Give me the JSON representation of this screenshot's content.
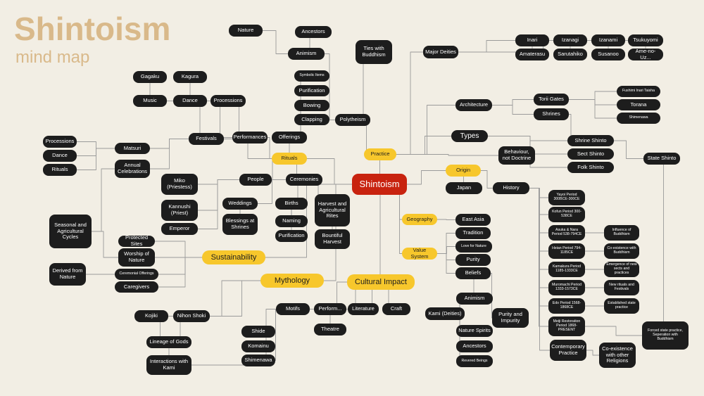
{
  "title": "Shintoism",
  "subtitle": "mind map",
  "colors": {
    "background": "#f2eee4",
    "title": "#d9b98a",
    "node": "#1d1d1d",
    "accent": "#f7c72c",
    "root": "#c8230f",
    "line": "#9a9a9a"
  },
  "nodes": [
    {
      "id": "shintoism",
      "label": "Shintoism"
    },
    {
      "id": "practice",
      "label": "Practice"
    },
    {
      "id": "origin",
      "label": "Origin"
    },
    {
      "id": "rituals",
      "label": "Rituals"
    },
    {
      "id": "sustainability",
      "label": "Sustainability"
    },
    {
      "id": "mythology",
      "label": "Mythology"
    },
    {
      "id": "cultural_impact",
      "label": "Cultural Impact"
    },
    {
      "id": "geography",
      "label": "Geography"
    },
    {
      "id": "value_system",
      "label": "Value System"
    },
    {
      "id": "types",
      "label": "Types"
    },
    {
      "id": "nature",
      "label": "Nature"
    },
    {
      "id": "ancestors_top",
      "label": "Ancestors"
    },
    {
      "id": "animism_top",
      "label": "Animism"
    },
    {
      "id": "ties_buddhism",
      "label": "Ties with Buddhism"
    },
    {
      "id": "major_deities",
      "label": "Major Deities"
    },
    {
      "id": "inari",
      "label": "Inari"
    },
    {
      "id": "izanagi",
      "label": "Izanagi"
    },
    {
      "id": "izanami",
      "label": "Izanami"
    },
    {
      "id": "tsukuyomi",
      "label": "Tsukuyomi"
    },
    {
      "id": "amaterasu",
      "label": "Amaterasu"
    },
    {
      "id": "sarutahiko",
      "label": "Sarutahiko"
    },
    {
      "id": "susanoo",
      "label": "Susanoo"
    },
    {
      "id": "ameno",
      "label": "Ame-no-Uz..."
    },
    {
      "id": "gagaku",
      "label": "Gagaku"
    },
    {
      "id": "kagura",
      "label": "Kagura"
    },
    {
      "id": "music",
      "label": "Music"
    },
    {
      "id": "dance_top",
      "label": "Dance"
    },
    {
      "id": "processions_top",
      "label": "Processions"
    },
    {
      "id": "symbolic_items",
      "label": "Symbolic Items"
    },
    {
      "id": "purification_top",
      "label": "Purification"
    },
    {
      "id": "bowing",
      "label": "Bowing"
    },
    {
      "id": "clapping",
      "label": "Clapping"
    },
    {
      "id": "polytheism",
      "label": "Polytheism"
    },
    {
      "id": "architecture",
      "label": "Architecture"
    },
    {
      "id": "torii",
      "label": "Torii Gates"
    },
    {
      "id": "shrines",
      "label": "Shrines"
    },
    {
      "id": "fushimi",
      "label": "Fushimi Inari Taisha"
    },
    {
      "id": "torana",
      "label": "Torana"
    },
    {
      "id": "shimenawa_top",
      "label": "Shimenawa"
    },
    {
      "id": "festivals",
      "label": "Festivals"
    },
    {
      "id": "performances",
      "label": "Performances"
    },
    {
      "id": "offerings",
      "label": "Offerings"
    },
    {
      "id": "processions_l",
      "label": "Processions"
    },
    {
      "id": "dance_l",
      "label": "Dance"
    },
    {
      "id": "rituals_l",
      "label": "Rituals"
    },
    {
      "id": "matsuri",
      "label": "Matsuri"
    },
    {
      "id": "annual",
      "label": "Annual Celebrations"
    },
    {
      "id": "behaviour",
      "label": "Behaviour, not Doctrine"
    },
    {
      "id": "shrine_shinto",
      "label": "Shrine Shinto"
    },
    {
      "id": "sect_shinto",
      "label": "Sect Shinto"
    },
    {
      "id": "folk_shinto",
      "label": "Folk Shinto"
    },
    {
      "id": "state_shinto",
      "label": "State Shinto"
    },
    {
      "id": "people",
      "label": "People"
    },
    {
      "id": "ceremonies",
      "label": "Ceremonies"
    },
    {
      "id": "miko",
      "label": "Miko (Priestess)"
    },
    {
      "id": "kannushi",
      "label": "Kannushi (Priest)"
    },
    {
      "id": "emperor",
      "label": "Emperor"
    },
    {
      "id": "weddings",
      "label": "Weddings"
    },
    {
      "id": "blessings",
      "label": "Blessings at Shrines"
    },
    {
      "id": "births",
      "label": "Births"
    },
    {
      "id": "naming",
      "label": "Naming"
    },
    {
      "id": "purification_mid",
      "label": "Purification"
    },
    {
      "id": "harvest",
      "label": "Harvest and Agricultural Rites"
    },
    {
      "id": "bountiful",
      "label": "Bountiful Harvest"
    },
    {
      "id": "japan",
      "label": "Japan"
    },
    {
      "id": "history",
      "label": "History"
    },
    {
      "id": "east_asia",
      "label": "East Asia"
    },
    {
      "id": "tradition",
      "label": "Tradition"
    },
    {
      "id": "love_nature",
      "label": "Love for Nature"
    },
    {
      "id": "purity",
      "label": "Purity"
    },
    {
      "id": "beliefs",
      "label": "Beliefs"
    },
    {
      "id": "yayoi",
      "label": "Yayoi Period 300BCE-300CE"
    },
    {
      "id": "kofun",
      "label": "Kofun Period 300-538CE"
    },
    {
      "id": "asuka",
      "label": "Asuka & Nara Period 538-794CE"
    },
    {
      "id": "heian",
      "label": "Heian Period 794-1185CE"
    },
    {
      "id": "kamakura",
      "label": "Kamakura Period 1185-1333CE"
    },
    {
      "id": "muromachi",
      "label": "Muromachi Period 1333-1573CE"
    },
    {
      "id": "edo",
      "label": "Edo Period 1568-1868CE"
    },
    {
      "id": "meiji",
      "label": "Meiji Restoration Period 1868-PRESENT"
    },
    {
      "id": "contemporary",
      "label": "Contemporary Practice"
    },
    {
      "id": "influence_buddhism",
      "label": "Influence of Buddhism"
    },
    {
      "id": "coexistence_buddhism",
      "label": "Co-existence with Buddhism"
    },
    {
      "id": "emergence",
      "label": "Emergence of new sects and practices"
    },
    {
      "id": "new_rituals",
      "label": "New rituals and Festivals"
    },
    {
      "id": "established",
      "label": "Established state practice"
    },
    {
      "id": "forced",
      "label": "Forced state practice, Seperation with Buddhism"
    },
    {
      "id": "coexistence_religions",
      "label": "Co-existence with other Religions"
    },
    {
      "id": "seasonal",
      "label": "Seasonal and Agricultural Cycles"
    },
    {
      "id": "protected",
      "label": "Protected Sites"
    },
    {
      "id": "worship_nature",
      "label": "Worship of Nature"
    },
    {
      "id": "derived_nature",
      "label": "Derived from Nature"
    },
    {
      "id": "ceremonial_offerings",
      "label": "Ceremonial Offerings"
    },
    {
      "id": "caregivers",
      "label": "Caregivers"
    },
    {
      "id": "kojiki",
      "label": "Kojiki"
    },
    {
      "id": "nihon_shoki",
      "label": "Nihon Shoki"
    },
    {
      "id": "lineage",
      "label": "Lineage of Gods"
    },
    {
      "id": "interactions",
      "label": "Interactions with Kami"
    },
    {
      "id": "motifs",
      "label": "Motifs"
    },
    {
      "id": "perform",
      "label": "Perform..."
    },
    {
      "id": "literature",
      "label": "Literature"
    },
    {
      "id": "craft",
      "label": "Craft"
    },
    {
      "id": "theatre",
      "label": "Theatre"
    },
    {
      "id": "shide",
      "label": "Shide"
    },
    {
      "id": "komainu",
      "label": "Komainu"
    },
    {
      "id": "shimenawa_low",
      "label": "Shimenawa"
    },
    {
      "id": "animism_low",
      "label": "Animism"
    },
    {
      "id": "kami",
      "label": "Kami (Deities)"
    },
    {
      "id": "purity_impurity",
      "label": "Purity and Impurity"
    },
    {
      "id": "nature_spirits",
      "label": "Nature Spirits"
    },
    {
      "id": "ancestors_low",
      "label": "Ancestors"
    },
    {
      "id": "revered",
      "label": "Revered Beings"
    }
  ]
}
